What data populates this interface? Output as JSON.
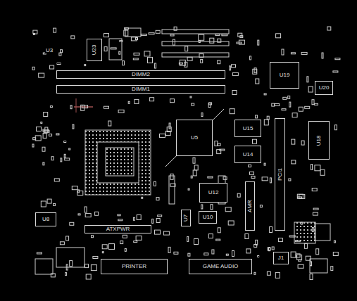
{
  "diagram": {
    "nodes": [
      {
        "text": [
          "U23"
        ]
      },
      {
        "text": [
          "DIMM2"
        ]
      },
      {
        "text": [
          "DIMM1"
        ]
      },
      {
        "text": [
          "U19"
        ]
      },
      {
        "text": [
          "U20"
        ]
      },
      {
        "text": [
          "U15"
        ]
      },
      {
        "text": [
          "U14"
        ]
      },
      {
        "text": [
          "U18"
        ]
      },
      {
        "text": [
          "U5"
        ]
      },
      {
        "text": [
          "PCI1"
        ]
      },
      {
        "text": [
          "U12"
        ]
      },
      {
        "text": [
          "AMR"
        ]
      },
      {
        "text": [
          "U8"
        ]
      },
      {
        "text": [
          "U10"
        ]
      },
      {
        "text": [
          "U7"
        ]
      },
      {
        "text": [
          "ATXPWR"
        ]
      },
      {
        "text": [
          "PRINTER"
        ]
      },
      {
        "text": [
          "GAME AUDIO"
        ]
      },
      {
        "text": [
          "J1"
        ]
      }
    ],
    "labels": [
      "U3"
    ]
  }
}
